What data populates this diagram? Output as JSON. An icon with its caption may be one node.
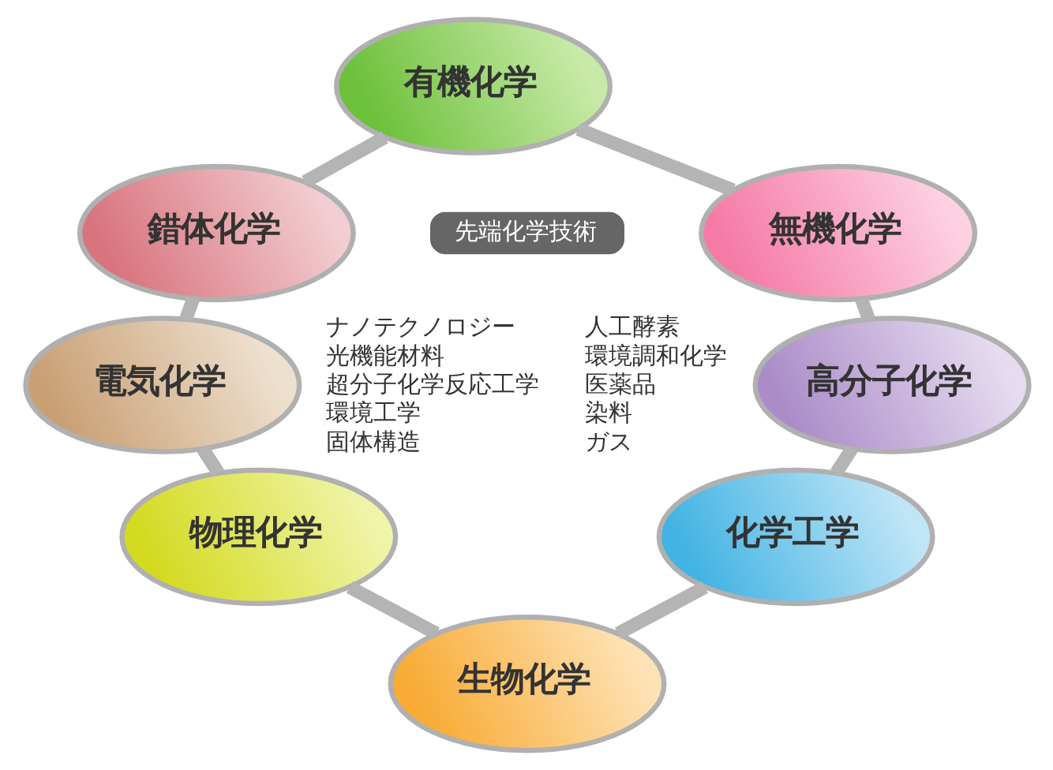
{
  "diagram": {
    "nodes": [
      {
        "text": [
          "有機化学"
        ]
      },
      {
        "text": [
          "錯体化学"
        ]
      },
      {
        "text": [
          "無機化学"
        ]
      },
      {
        "text": [
          "先端化学技術"
        ]
      },
      {
        "text": [
          "電気化学"
        ]
      },
      {
        "text": [
          "高分子化学"
        ]
      },
      {
        "text": [
          "物理化学"
        ]
      },
      {
        "text": [
          "化学工学"
        ]
      },
      {
        "text": [
          "生物化学"
        ]
      }
    ],
    "edges": [
      {
        "from": 0,
        "to": 1,
        "arrow": "none"
      },
      {
        "from": 1,
        "to": 4,
        "arrow": "none"
      },
      {
        "from": 4,
        "to": 6,
        "arrow": "none"
      },
      {
        "from": 6,
        "to": 8,
        "arrow": "none"
      },
      {
        "from": 0,
        "to": 2,
        "arrow": "none"
      },
      {
        "from": 2,
        "to": 5,
        "arrow": "none"
      },
      {
        "from": 5,
        "to": 7,
        "arrow": "none"
      },
      {
        "from": 7,
        "to": 8,
        "arrow": "none"
      }
    ],
    "labels": [
      "ナノテクノロジー",
      "光機能材料",
      "超分子化学反応工学",
      "環境工学",
      "固体構造",
      "人工酵素",
      "環境調和化学",
      "医薬品",
      "染料",
      "ガス"
    ]
  }
}
